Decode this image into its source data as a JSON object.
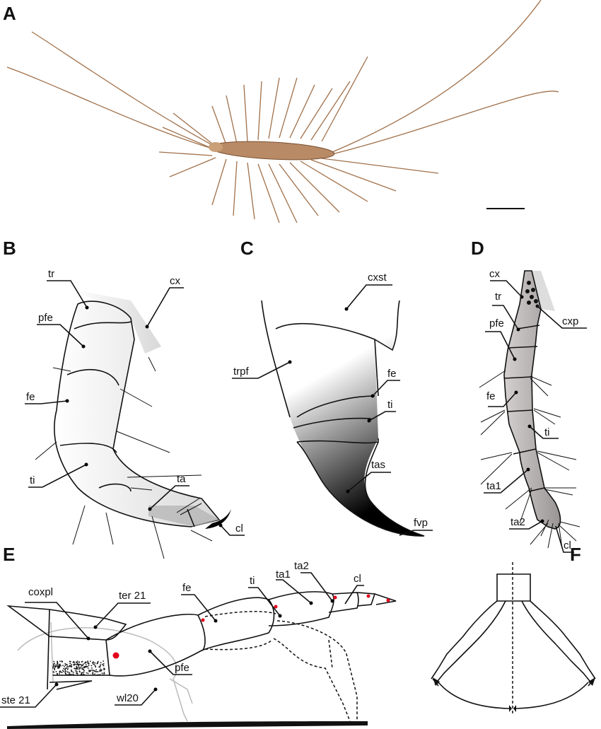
{
  "panels": {
    "A": {
      "label": "A"
    },
    "B": {
      "label": "B",
      "terms": {
        "tr": "tr",
        "cx": "cx",
        "pfe": "pfe",
        "fe": "fe",
        "ti": "ti",
        "ta": "ta",
        "cl": "cl"
      }
    },
    "C": {
      "label": "C",
      "terms": {
        "cxst": "cxst",
        "trpf": "trpf",
        "fe": "fe",
        "ti": "ti",
        "tas": "tas",
        "fvp": "fvp"
      }
    },
    "D": {
      "label": "D",
      "terms": {
        "cx": "cx",
        "tr": "tr",
        "pfe": "pfe",
        "cxp": "cxp",
        "fe": "fe",
        "ti": "ti",
        "ta1": "ta1",
        "ta2": "ta2",
        "cl": "cl"
      }
    },
    "E": {
      "label": "E",
      "terms": {
        "coxpl": "coxpl",
        "ter21": "ter 21",
        "fe": "fe",
        "ti": "ti",
        "ta1": "ta1",
        "ta2": "ta2",
        "cl": "cl",
        "pfe": "pfe",
        "ste21": "ste 21",
        "wl20": "wl20"
      }
    },
    "F": {
      "label": "F"
    }
  },
  "colors": {
    "joint": "#e3001b",
    "segment": "#b8b3b3",
    "body": "#a0704a"
  }
}
